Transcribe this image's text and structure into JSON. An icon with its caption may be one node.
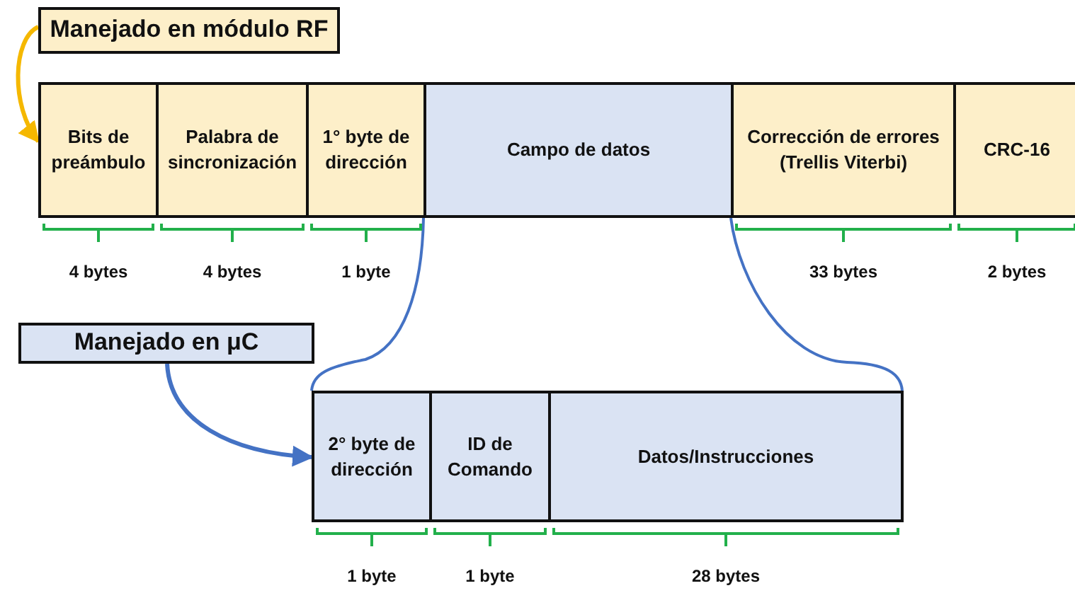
{
  "diagram": {
    "nodes": [
      {
        "text": [
          "Manejado en módulo RF"
        ]
      },
      {
        "text": [
          "Bits de preámbulo"
        ],
        "beside": [
          "4 bytes"
        ]
      },
      {
        "text": [
          "Palabra de sincronización"
        ],
        "beside": [
          "4 bytes"
        ]
      },
      {
        "text": [
          "1° byte de dirección"
        ],
        "beside": [
          "1 byte"
        ]
      },
      {
        "text": [
          "Campo de datos"
        ]
      },
      {
        "text": [
          "Corrección de errores (Trellis Viterbi)"
        ],
        "beside": [
          "33 bytes"
        ]
      },
      {
        "text": [
          "CRC-16"
        ],
        "beside": [
          "2 bytes"
        ]
      },
      {
        "text": [
          "Manejado en μC"
        ]
      },
      {
        "text": [
          "2° byte de dirección"
        ],
        "beside": [
          "1 byte"
        ]
      },
      {
        "text": [
          "ID de Comando"
        ],
        "beside": [
          "1 byte"
        ]
      },
      {
        "text": [
          "Datos/Instrucciones"
        ],
        "beside": [
          "28 bytes"
        ]
      }
    ],
    "edges": [
      {
        "from": 0,
        "to": 1,
        "arrow": "to",
        "color": "#f5b800"
      },
      {
        "from": 7,
        "to": 8,
        "arrow": "to",
        "color": "#4472c4"
      }
    ]
  }
}
